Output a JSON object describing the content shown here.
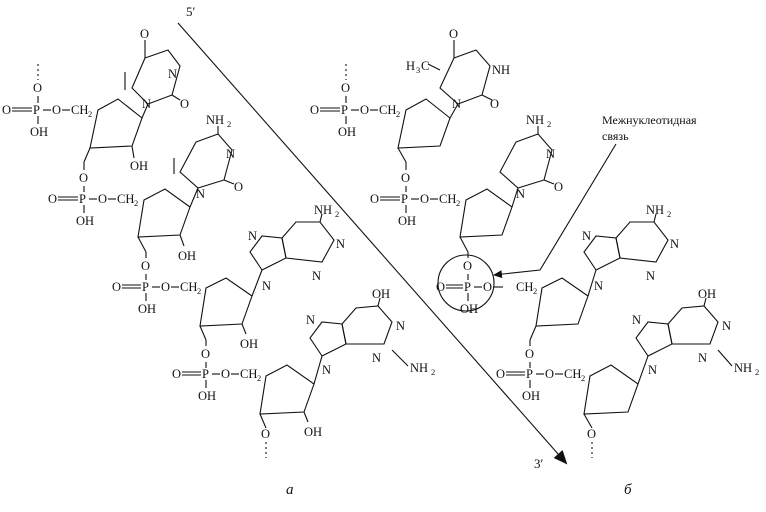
{
  "labels": {
    "end5": "5′",
    "end3": "3′",
    "panel_a": "а",
    "panel_b": "б",
    "bond_note_line1": "Межнуклеотидная",
    "bond_note_line2": "связь"
  },
  "atoms": {
    "O": "O",
    "P": "P",
    "OH": "OH",
    "N": "N",
    "NH": "NH",
    "NH2": "NH",
    "NH2_sub": "2",
    "CH2": "CH",
    "CH2_sub": "2",
    "H3C": "H",
    "H3C_sub": "3",
    "H3C_tail": "C"
  },
  "colors": {
    "ink": "#111111",
    "background": "#ffffff"
  }
}
